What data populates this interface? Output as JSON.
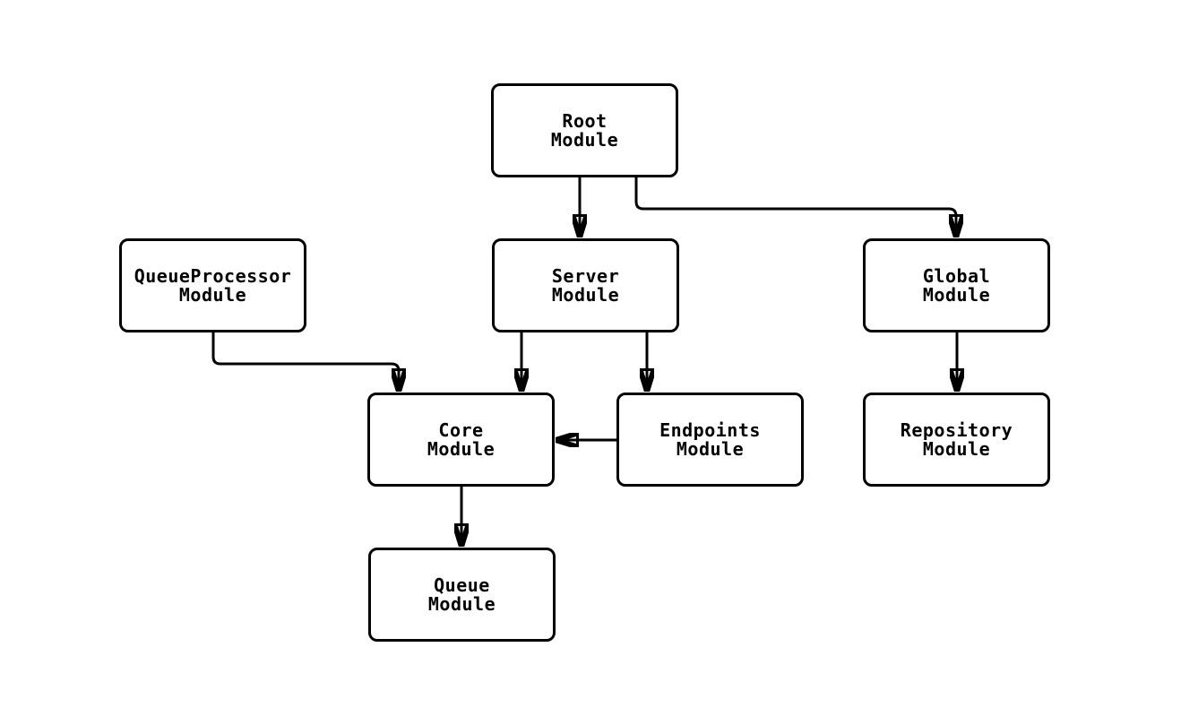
{
  "diagram": {
    "type": "flowchart",
    "direction": "top-down",
    "background_color": "#ffffff",
    "node_fill_color": "#ffffff",
    "node_border_color": "#000000",
    "edge_color": "#000000",
    "text_color": "#000000",
    "nodes": [
      {
        "id": "root",
        "label": "Root\nModule"
      },
      {
        "id": "server",
        "label": "Server\nModule"
      },
      {
        "id": "global",
        "label": "Global\nModule"
      },
      {
        "id": "queueprocessor",
        "label": "QueueProcessor\nModule"
      },
      {
        "id": "core",
        "label": "Core\nModule"
      },
      {
        "id": "endpoints",
        "label": "Endpoints\nModule"
      },
      {
        "id": "repository",
        "label": "Repository\nModule"
      },
      {
        "id": "queue",
        "label": "Queue\nModule"
      }
    ],
    "edges": [
      {
        "from": "root",
        "to": "server"
      },
      {
        "from": "root",
        "to": "global"
      },
      {
        "from": "queueprocessor",
        "to": "core"
      },
      {
        "from": "server",
        "to": "core"
      },
      {
        "from": "server",
        "to": "endpoints"
      },
      {
        "from": "endpoints",
        "to": "core"
      },
      {
        "from": "core",
        "to": "queue"
      },
      {
        "from": "global",
        "to": "repository"
      }
    ]
  }
}
